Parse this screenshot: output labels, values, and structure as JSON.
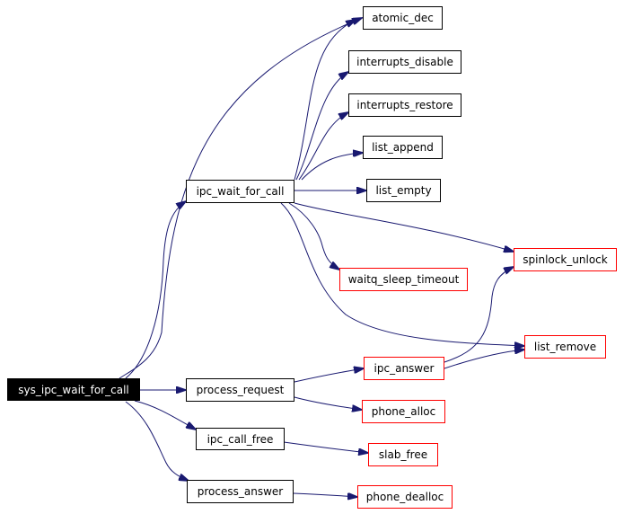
{
  "diagram": {
    "colors": {
      "edge": "#191970",
      "external_border": "#ff0000",
      "node_border": "#000000",
      "root_fill": "#000000",
      "root_text": "#ffffff"
    },
    "nodes": {
      "sys_ipc_wait_for_call": {
        "label": "sys_ipc_wait_for_call",
        "style": "root"
      },
      "ipc_wait_for_call": {
        "label": "ipc_wait_for_call",
        "style": "normal"
      },
      "process_request": {
        "label": "process_request",
        "style": "normal"
      },
      "ipc_call_free": {
        "label": "ipc_call_free",
        "style": "normal"
      },
      "process_answer": {
        "label": "process_answer",
        "style": "normal"
      },
      "atomic_dec": {
        "label": "atomic_dec",
        "style": "normal"
      },
      "interrupts_disable": {
        "label": "interrupts_disable",
        "style": "normal"
      },
      "interrupts_restore": {
        "label": "interrupts_restore",
        "style": "normal"
      },
      "list_append": {
        "label": "list_append",
        "style": "normal"
      },
      "list_empty": {
        "label": "list_empty",
        "style": "normal"
      },
      "spinlock_unlock": {
        "label": "spinlock_unlock",
        "style": "external"
      },
      "waitq_sleep_timeout": {
        "label": "waitq_sleep_timeout",
        "style": "external"
      },
      "list_remove": {
        "label": "list_remove",
        "style": "external"
      },
      "ipc_answer": {
        "label": "ipc_answer",
        "style": "external"
      },
      "phone_alloc": {
        "label": "phone_alloc",
        "style": "external"
      },
      "slab_free": {
        "label": "slab_free",
        "style": "external"
      },
      "phone_dealloc": {
        "label": "phone_dealloc",
        "style": "external"
      }
    },
    "edges": [
      {
        "from": "sys_ipc_wait_for_call",
        "to": "atomic_dec"
      },
      {
        "from": "sys_ipc_wait_for_call",
        "to": "ipc_wait_for_call"
      },
      {
        "from": "sys_ipc_wait_for_call",
        "to": "process_request"
      },
      {
        "from": "sys_ipc_wait_for_call",
        "to": "ipc_call_free"
      },
      {
        "from": "sys_ipc_wait_for_call",
        "to": "process_answer"
      },
      {
        "from": "ipc_wait_for_call",
        "to": "atomic_dec"
      },
      {
        "from": "ipc_wait_for_call",
        "to": "interrupts_disable"
      },
      {
        "from": "ipc_wait_for_call",
        "to": "interrupts_restore"
      },
      {
        "from": "ipc_wait_for_call",
        "to": "list_append"
      },
      {
        "from": "ipc_wait_for_call",
        "to": "list_empty"
      },
      {
        "from": "ipc_wait_for_call",
        "to": "spinlock_unlock"
      },
      {
        "from": "ipc_wait_for_call",
        "to": "waitq_sleep_timeout"
      },
      {
        "from": "ipc_wait_for_call",
        "to": "list_remove"
      },
      {
        "from": "process_request",
        "to": "ipc_answer"
      },
      {
        "from": "process_request",
        "to": "phone_alloc"
      },
      {
        "from": "ipc_answer",
        "to": "spinlock_unlock"
      },
      {
        "from": "ipc_answer",
        "to": "list_remove"
      },
      {
        "from": "ipc_call_free",
        "to": "slab_free"
      },
      {
        "from": "process_answer",
        "to": "phone_dealloc"
      }
    ]
  }
}
